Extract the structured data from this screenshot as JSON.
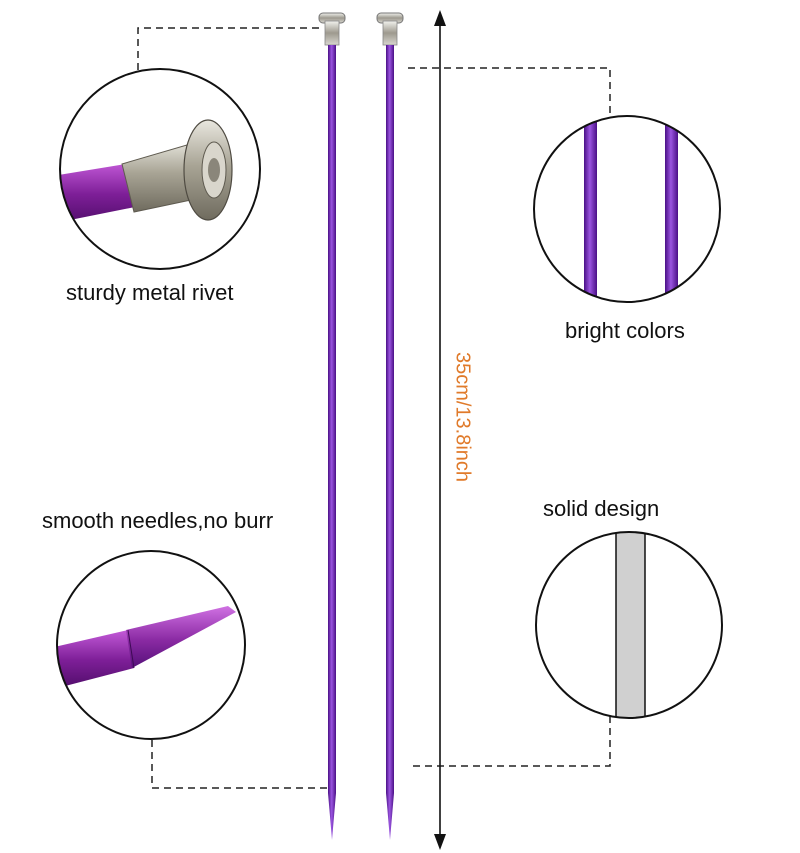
{
  "labels": {
    "rivet": "sturdy metal rivet",
    "colors": "bright colors",
    "smooth": "smooth needles,no burr",
    "solid": "solid design"
  },
  "measurement": {
    "text": "35cm/13.8inch"
  },
  "colors": {
    "needle": "#6a1fb0",
    "needle_dark": "#4a0f86",
    "needle_light": "#9a55e0",
    "detail_needle": "#8e2aa6",
    "rivet_metal": "#b7b3a6",
    "measure_text": "#e07a2a",
    "solid_core": "#d0d0d0"
  }
}
